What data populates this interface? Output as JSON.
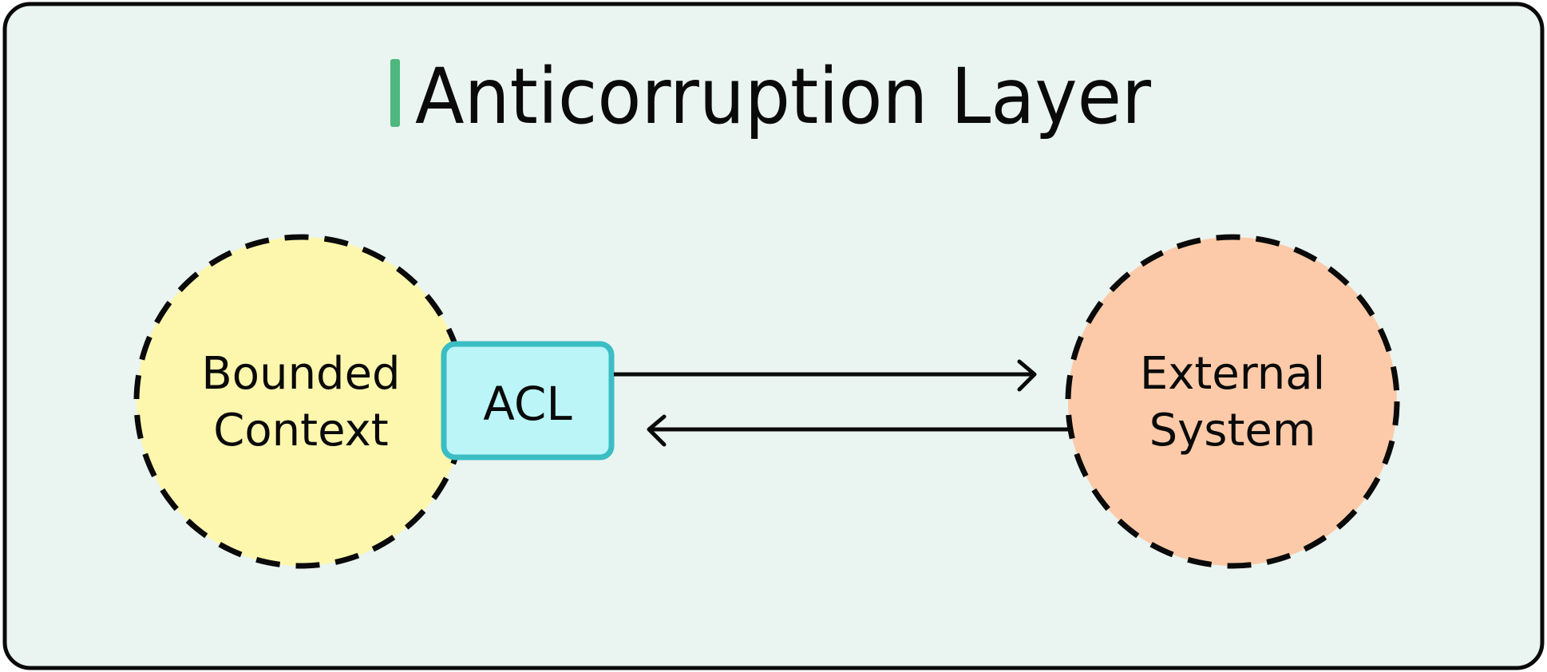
{
  "title": "Anticorruption Layer",
  "nodes": {
    "bounded_context": {
      "line1": "Bounded",
      "line2": "Context"
    },
    "acl": {
      "label": "ACL"
    },
    "external_system": {
      "line1": "External",
      "line2": "System"
    }
  },
  "colors": {
    "background": "#eaf4f0",
    "frame": "#0a0a0a",
    "title_accent": "#4db77e",
    "bounded_context_fill": "#fdf7ad",
    "external_system_fill": "#fccaa8",
    "acl_fill": "#bbf5f7",
    "acl_border": "#3bbdc4",
    "connector": "#0a0a0a"
  }
}
